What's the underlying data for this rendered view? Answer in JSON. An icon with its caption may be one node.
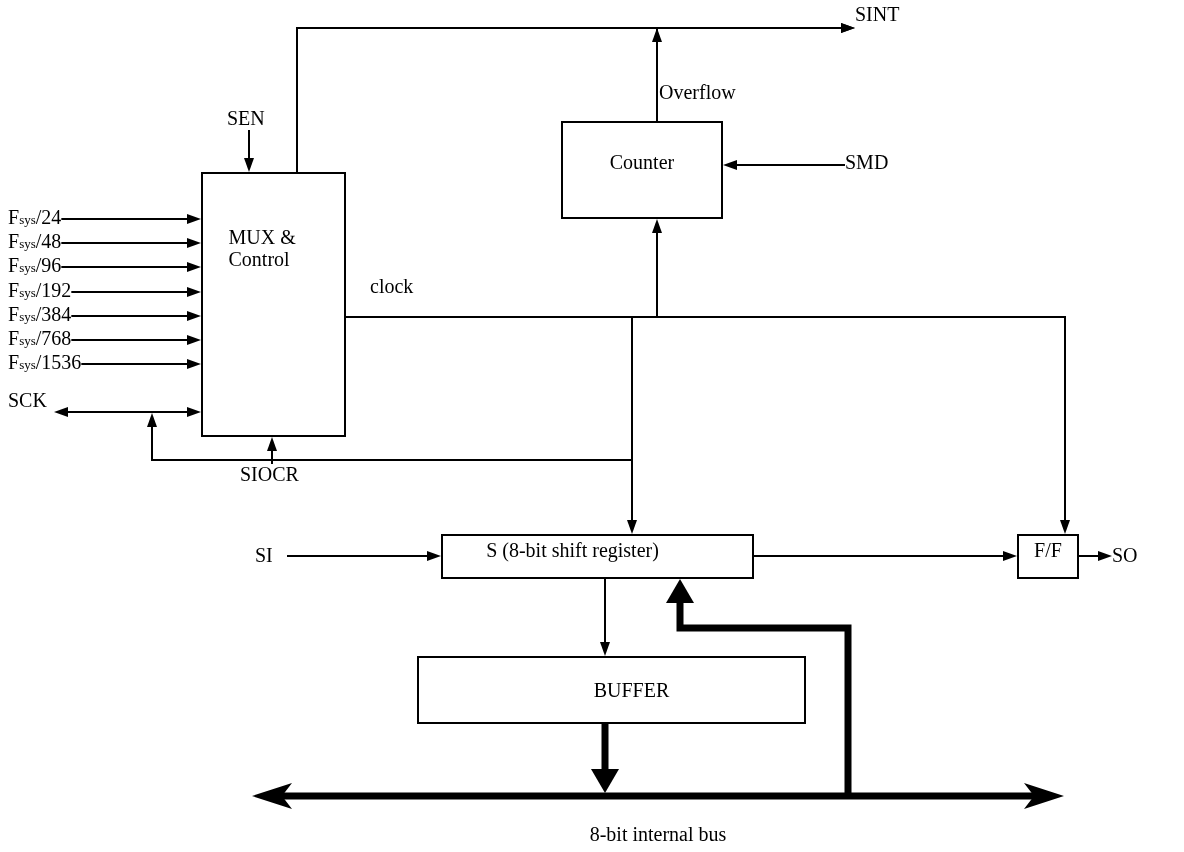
{
  "diagram": {
    "nodes": [
      {
        "text": [
          "MUX & Control"
        ]
      },
      {
        "text": [
          "Counter"
        ]
      },
      {
        "text": [
          "S (8-bit shift register)"
        ]
      },
      {
        "text": [
          "F/F"
        ]
      },
      {
        "text": [
          "BUFFER"
        ]
      },
      {
        "text": [],
        "shape": "bar",
        "beside": [
          "8-bit internal bus"
        ]
      },
      {
        "text": [
          "SEN"
        ]
      },
      {
        "text": [
          "SINT"
        ]
      },
      {
        "text": [
          "SMD"
        ]
      },
      {
        "text": [
          "F$_{sys}$/24"
        ]
      },
      {
        "text": [
          "F$_{sys}$/48"
        ]
      },
      {
        "text": [
          "F$_{sys}$/96"
        ]
      },
      {
        "text": [
          "F$_{sys}$/192"
        ]
      },
      {
        "text": [
          "F$_{sys}$/384"
        ]
      },
      {
        "text": [
          "F$_{sys}$/768"
        ]
      },
      {
        "text": [
          "F$_{sys}$/1536"
        ]
      },
      {
        "text": [
          "SCK"
        ]
      },
      {
        "text": [
          "SIOCR"
        ]
      },
      {
        "text": [
          "SI"
        ]
      },
      {
        "text": [
          "SO"
        ]
      }
    ],
    "edges": [
      {
        "from": 6,
        "to": 0,
        "arrow": "to"
      },
      {
        "from": 0,
        "to": 7,
        "arrow": "to"
      },
      {
        "from": 1,
        "to": 7,
        "arrow": "to",
        "label": "Overflow"
      },
      {
        "from": 8,
        "to": 1,
        "arrow": "to"
      },
      {
        "from": 9,
        "to": 0,
        "arrow": "to"
      },
      {
        "from": 10,
        "to": 0,
        "arrow": "to"
      },
      {
        "from": 11,
        "to": 0,
        "arrow": "to"
      },
      {
        "from": 12,
        "to": 0,
        "arrow": "to"
      },
      {
        "from": 13,
        "to": 0,
        "arrow": "to"
      },
      {
        "from": 14,
        "to": 0,
        "arrow": "to"
      },
      {
        "from": 15,
        "to": 0,
        "arrow": "to"
      },
      {
        "from": 16,
        "to": 0,
        "arrow": "both"
      },
      {
        "from": 17,
        "to": 0,
        "arrow": "to"
      },
      {
        "from": 0,
        "to": 1,
        "arrow": "to",
        "label": "clock"
      },
      {
        "from": 0,
        "to": 2,
        "arrow": "to"
      },
      {
        "from": 0,
        "to": 3,
        "arrow": "to"
      },
      {
        "from": 0,
        "to": null,
        "arrow": "to"
      },
      {
        "from": 18,
        "to": 2,
        "arrow": "to"
      },
      {
        "from": 2,
        "to": 3,
        "arrow": "to"
      },
      {
        "from": 3,
        "to": 19,
        "arrow": "to"
      },
      {
        "from": 2,
        "to": 4,
        "arrow": "to"
      },
      {
        "from": 4,
        "to": 5,
        "arrow": "to",
        "style": "thick"
      },
      {
        "from": 5,
        "to": 2,
        "arrow": "to",
        "style": "thick"
      }
    ]
  }
}
